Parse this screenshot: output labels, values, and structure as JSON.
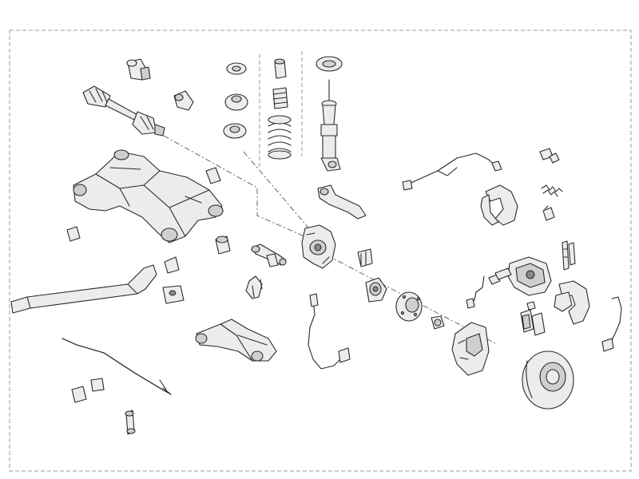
{
  "diagram": {
    "type": "exploded-assembly",
    "background": "#ffffff",
    "line_color": "#2a2a2a",
    "part_fill": "#ececec",
    "parts": [
      "cv-boot-kit",
      "cv-joint-boot",
      "drive-shaft",
      "rear-subframe",
      "subframe-bushing",
      "spring-seat-upper",
      "spring-seat-lower",
      "coil-spring",
      "bump-stop",
      "dust-boot",
      "shock-absorber",
      "top-mount",
      "wheel-carrier",
      "upper-control-arm",
      "toe-link",
      "rear-sway-bar-link",
      "trailing-arm",
      "wishbone-bushing",
      "rubber-mount",
      "wheel-bearing",
      "wheel-hub",
      "hub-nut",
      "abs-sensor",
      "parking-brake-cable",
      "parking-brake-shoes",
      "shoe-spring-kit",
      "adjuster",
      "brake-caliper",
      "caliper-carrier",
      "brake-pads",
      "pad-wear-sensor",
      "brake-hose",
      "brake-pipe",
      "backing-plate",
      "brake-disc",
      "stabilizer-bar",
      "stabilizer-bushing",
      "stabilizer-link",
      "tie-rod",
      "guide-pin",
      "bleeder-valve"
    ]
  }
}
